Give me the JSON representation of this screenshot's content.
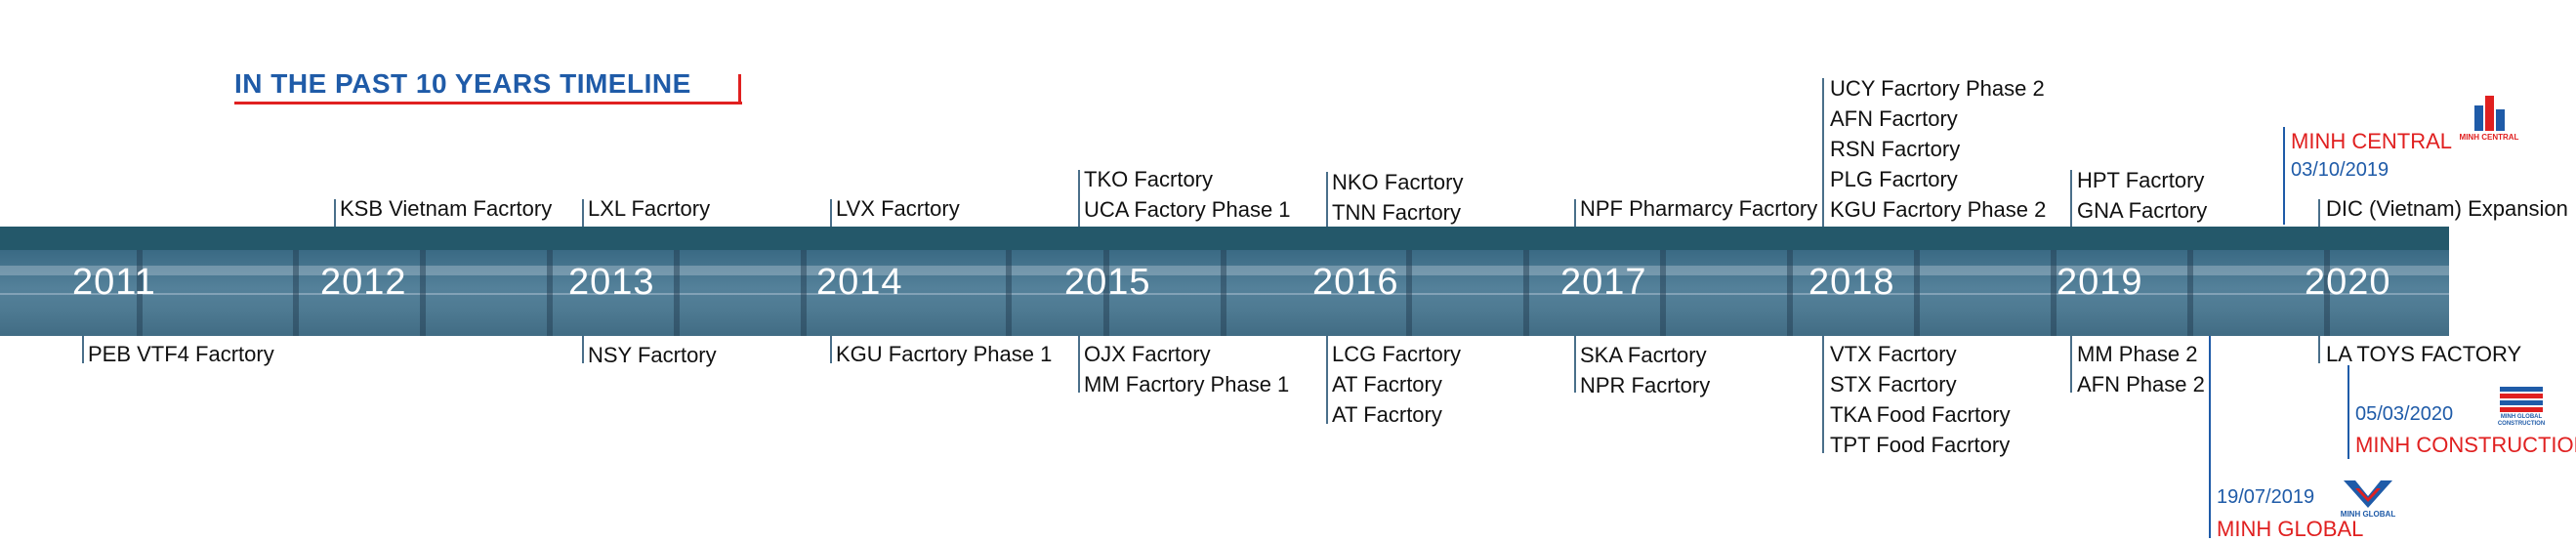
{
  "title": "IN THE PAST 10 YEARS TIMELINE",
  "years": [
    "2011",
    "2012",
    "2013",
    "2014",
    "2015",
    "2016",
    "2017",
    "2018",
    "2019",
    "2020"
  ],
  "above": {
    "y2012": [
      "KSB Vietnam Facrtory"
    ],
    "y2013": [
      "LXL Facrtory"
    ],
    "y2014": [
      "LVX Facrtory"
    ],
    "y2015": [
      "TKO Facrtory",
      "UCA Factory Phase 1"
    ],
    "y2016": [
      "NKO Facrtory",
      "TNN Facrtory"
    ],
    "y2017": [
      "NPF Pharmarcy Facrtory"
    ],
    "y2018": [
      "UCY Facrtory Phase 2",
      "AFN Facrtory",
      "RSN Facrtory",
      "PLG Facrtory",
      "KGU Facrtory Phase 2"
    ],
    "y2019": [
      "HPT Facrtory",
      "GNA Facrtory"
    ],
    "y2020": [
      "DIC (Vietnam) Expansion"
    ]
  },
  "below": {
    "y2011": [
      "PEB VTF4 Facrtory"
    ],
    "y2013": [
      "NSY Facrtory"
    ],
    "y2014": [
      "KGU Facrtory Phase 1"
    ],
    "y2015": [
      "OJX Facrtory",
      "MM Facrtory Phase 1"
    ],
    "y2016": [
      "LCG Facrtory",
      "AT Facrtory",
      "AT Facrtory"
    ],
    "y2017": [
      "SKA Facrtory",
      "NPR Facrtory"
    ],
    "y2018": [
      "VTX Facrtory",
      "STX Facrtory",
      "TKA Food Facrtory",
      "TPT Food Facrtory"
    ],
    "y2019": [
      "MM Phase 2",
      "AFN Phase 2"
    ],
    "y2020": [
      "LA TOYS FACTORY"
    ]
  },
  "milestones": {
    "central": {
      "name": "MINH CENTRAL",
      "date": "03/10/2019",
      "logo_text": "MINH CENTRAL"
    },
    "construction": {
      "name": "MINH CONSTRUCTION",
      "date": "05/03/2020",
      "logo_text": "MINH GLOBAL CONSTRUCTION"
    },
    "global": {
      "name": "MINH GLOBAL",
      "date": "19/07/2019",
      "logo_text": "MINH GLOBAL"
    }
  },
  "colors": {
    "accent_blue": "#1f5ba8",
    "accent_red": "#e02020",
    "band": "#24586a"
  }
}
